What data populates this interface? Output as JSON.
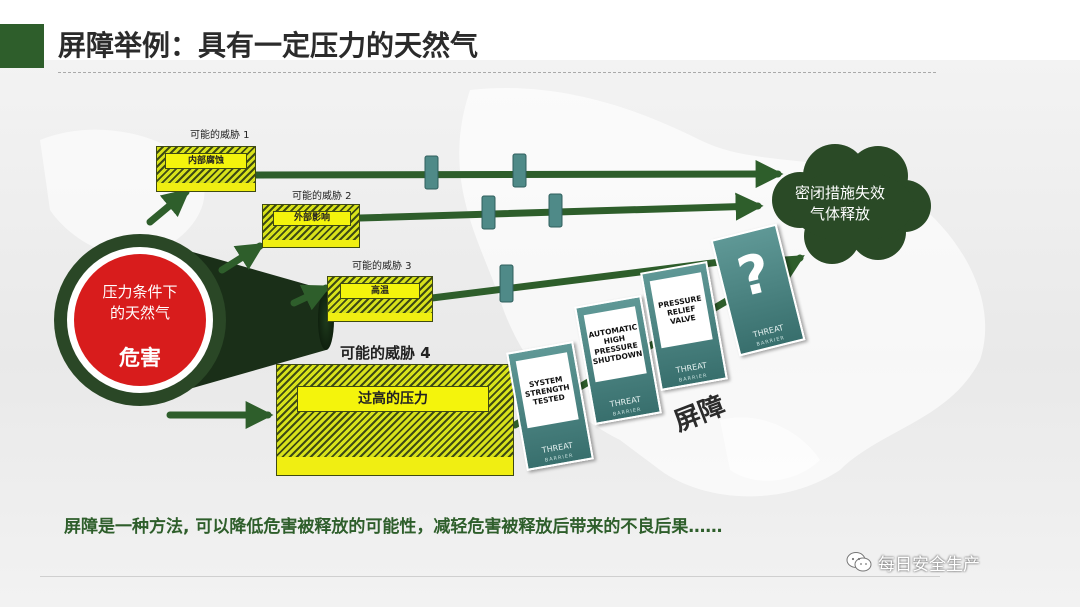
{
  "slide": {
    "title": "屏障举例：具有一定压力的天然气"
  },
  "hazard": {
    "text": "压力条件下\n的天然气",
    "label": "危害"
  },
  "threats": [
    {
      "label": "可能的威胁 1",
      "box_text": "内部腐蚀"
    },
    {
      "label": "可能的威胁 2",
      "box_text": "外部影响"
    },
    {
      "label": "可能的威胁 3",
      "box_text": "高温"
    },
    {
      "label": "可能的威胁 4",
      "box_text": "过高的压力"
    }
  ],
  "top_event": {
    "text": "密闭措施失效\n气体释放"
  },
  "barrier_cards": [
    {
      "text": "SYSTEM\nSTRENGTH\nTESTED",
      "footer": "THREAT",
      "subfooter": "BARRIER"
    },
    {
      "text": "AUTOMATIC\nHIGH\nPRESSURE\nSHUTDOWN",
      "footer": "THREAT",
      "subfooter": "BARRIER"
    },
    {
      "text": "PRESSURE\nRELIEF\nVALVE",
      "footer": "THREAT",
      "subfooter": "BARRIER"
    },
    {
      "text": "?",
      "footer": "THREAT",
      "subfooter": "BARRIER"
    }
  ],
  "barriers_label": "屏障",
  "caption": "屏障是一种方法, 可以降低危害被释放的可能性，减轻危害被释放后带来的不良后果……",
  "watermark": "每日安全生产",
  "icons": [
    "wechat-icon",
    "arrow-icon",
    "barrier-post-icon",
    "cloud-icon"
  ],
  "colors": {
    "accent_green": "#2e5e2b",
    "hazard_red": "#d81c1c",
    "threat_yellow": "#f4f40c",
    "barrier_teal": "#4f8a88"
  }
}
